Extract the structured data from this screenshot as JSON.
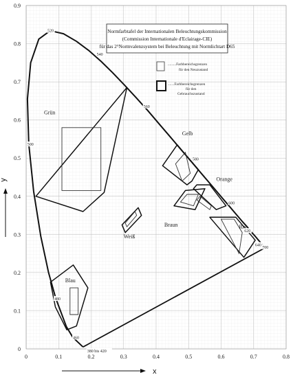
{
  "chart_data": {
    "type": "chromaticity-diagram",
    "title_lines": [
      "Normfarbtafel der Internationalen Beleuchtungskommission",
      "(Commission Internationale d'Eclairage-CIE)",
      "für das 2°Normvalenzsystem bei Beleuchtung mit Normlichtart D65"
    ],
    "xlabel": "x",
    "ylabel": "y",
    "xlim": [
      0,
      0.8
    ],
    "ylim": [
      0,
      0.9
    ],
    "x_ticks": [
      "0",
      "0.1",
      "0.2",
      "0.3",
      "0.4",
      "0.5",
      "0.6",
      "0.7",
      "0.8"
    ],
    "y_ticks": [
      "0",
      "0.1",
      "0.2",
      "0.3",
      "0.4",
      "0.5",
      "0.6",
      "0.7",
      "0.8",
      "0.9"
    ],
    "grid": true,
    "spectral_locus": [
      [
        0.175,
        0.005
      ],
      [
        0.144,
        0.03
      ],
      [
        0.124,
        0.058
      ],
      [
        0.091,
        0.133
      ],
      [
        0.069,
        0.2
      ],
      [
        0.045,
        0.295
      ],
      [
        0.023,
        0.413
      ],
      [
        0.008,
        0.538
      ],
      [
        0.004,
        0.655
      ],
      [
        0.014,
        0.75
      ],
      [
        0.039,
        0.812
      ],
      [
        0.074,
        0.834
      ],
      [
        0.115,
        0.826
      ],
      [
        0.155,
        0.806
      ],
      [
        0.193,
        0.782
      ],
      [
        0.23,
        0.754
      ],
      [
        0.266,
        0.724
      ],
      [
        0.302,
        0.692
      ],
      [
        0.338,
        0.659
      ],
      [
        0.374,
        0.625
      ],
      [
        0.41,
        0.589
      ],
      [
        0.445,
        0.554
      ],
      [
        0.479,
        0.52
      ],
      [
        0.512,
        0.487
      ],
      [
        0.544,
        0.455
      ],
      [
        0.575,
        0.424
      ],
      [
        0.603,
        0.396
      ],
      [
        0.627,
        0.372
      ],
      [
        0.648,
        0.351
      ],
      [
        0.665,
        0.334
      ],
      [
        0.68,
        0.32
      ],
      [
        0.692,
        0.307
      ],
      [
        0.703,
        0.297
      ],
      [
        0.713,
        0.287
      ],
      [
        0.735,
        0.265
      ]
    ],
    "purple_line": [
      [
        0.735,
        0.265
      ],
      [
        0.175,
        0.005
      ]
    ],
    "wavelength_labels": [
      {
        "label": "520",
        "x": 0.074,
        "y": 0.834
      },
      {
        "label": "540",
        "x": 0.23,
        "y": 0.754
      },
      {
        "label": "560",
        "x": 0.374,
        "y": 0.625
      },
      {
        "label": "580",
        "x": 0.512,
        "y": 0.487
      },
      {
        "label": "600",
        "x": 0.627,
        "y": 0.372
      },
      {
        "label": "620",
        "x": 0.68,
        "y": 0.32
      },
      {
        "label": "640",
        "x": 0.713,
        "y": 0.287
      },
      {
        "label": "700",
        "x": 0.735,
        "y": 0.265
      },
      {
        "label": "500",
        "x": 0.008,
        "y": 0.538
      },
      {
        "label": "480",
        "x": 0.091,
        "y": 0.133
      },
      {
        "label": "460",
        "x": 0.144,
        "y": 0.03
      },
      {
        "label": "380 bis 420",
        "x": 0.175,
        "y": 0.005
      }
    ],
    "regions": [
      {
        "name": "Grün",
        "label_x": 0.055,
        "label_y": 0.615,
        "outer": [
          [
            0.03,
            0.4
          ],
          [
            0.175,
            0.36
          ],
          [
            0.24,
            0.41
          ],
          [
            0.31,
            0.685
          ]
        ],
        "inner": [
          [
            0.11,
            0.415
          ],
          [
            0.23,
            0.415
          ],
          [
            0.23,
            0.58
          ],
          [
            0.11,
            0.58
          ]
        ]
      },
      {
        "name": "Blau",
        "label_x": 0.12,
        "label_y": 0.175,
        "outer": [
          [
            0.075,
            0.175
          ],
          [
            0.145,
            0.22
          ],
          [
            0.19,
            0.16
          ],
          [
            0.155,
            0.06
          ],
          [
            0.125,
            0.05
          ],
          [
            0.09,
            0.11
          ]
        ],
        "inner": [
          [
            0.135,
            0.09
          ],
          [
            0.16,
            0.09
          ],
          [
            0.16,
            0.16
          ],
          [
            0.135,
            0.16
          ]
        ]
      },
      {
        "name": "Weiß",
        "label_x": 0.3,
        "label_y": 0.29,
        "outer": [
          [
            0.295,
            0.325
          ],
          [
            0.345,
            0.37
          ],
          [
            0.355,
            0.35
          ],
          [
            0.305,
            0.305
          ]
        ],
        "inner": [
          [
            0.305,
            0.33
          ],
          [
            0.335,
            0.36
          ],
          [
            0.34,
            0.35
          ],
          [
            0.31,
            0.32
          ]
        ]
      },
      {
        "name": "Gelb",
        "label_x": 0.48,
        "label_y": 0.56,
        "outer": [
          [
            0.465,
            0.535
          ],
          [
            0.53,
            0.47
          ],
          [
            0.51,
            0.44
          ],
          [
            0.495,
            0.43
          ],
          [
            0.42,
            0.48
          ]
        ],
        "inner": [
          [
            0.46,
            0.485
          ],
          [
            0.49,
            0.515
          ],
          [
            0.505,
            0.46
          ],
          [
            0.48,
            0.44
          ]
        ]
      },
      {
        "name": "Orange",
        "label_x": 0.585,
        "label_y": 0.44,
        "outer": [
          [
            0.515,
            0.42
          ],
          [
            0.585,
            0.365
          ],
          [
            0.615,
            0.375
          ],
          [
            0.565,
            0.43
          ],
          [
            0.525,
            0.43
          ]
        ],
        "inner": [
          [
            0.525,
            0.39
          ],
          [
            0.565,
            0.365
          ],
          [
            0.57,
            0.375
          ],
          [
            0.535,
            0.4
          ]
        ]
      },
      {
        "name": "Braun",
        "label_x": 0.425,
        "label_y": 0.32,
        "outer": [
          [
            0.455,
            0.375
          ],
          [
            0.52,
            0.365
          ],
          [
            0.55,
            0.42
          ],
          [
            0.49,
            0.415
          ]
        ],
        "inner": [
          [
            0.475,
            0.385
          ],
          [
            0.515,
            0.375
          ],
          [
            0.53,
            0.405
          ],
          [
            0.495,
            0.405
          ]
        ]
      },
      {
        "name": "Rot",
        "label_x": 0.655,
        "label_y": 0.315,
        "outer": [
          [
            0.565,
            0.345
          ],
          [
            0.645,
            0.345
          ],
          [
            0.705,
            0.285
          ],
          [
            0.67,
            0.24
          ]
        ],
        "inner": [
          [
            0.6,
            0.34
          ],
          [
            0.64,
            0.34
          ],
          [
            0.665,
            0.305
          ],
          [
            0.655,
            0.25
          ]
        ]
      }
    ],
    "legend": [
      {
        "style": "thin",
        "lines": [
          ".........Farbbereichsgrenzen",
          "für den Neuzustand"
        ]
      },
      {
        "style": "thick",
        "lines": [
          ".......Farbbereichsgrenzen",
          "für den",
          "Gebrauchszustand"
        ]
      }
    ]
  }
}
